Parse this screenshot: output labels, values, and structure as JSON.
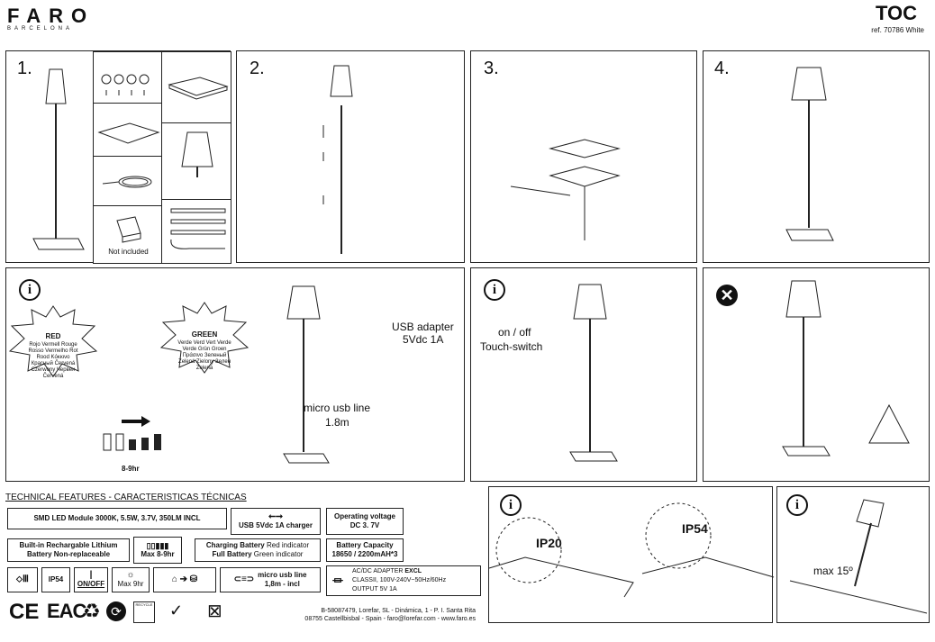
{
  "brand": {
    "name": "FARO",
    "sub": "BARCELONA"
  },
  "product": {
    "name": "TOC",
    "ref": "ref. 70786 White"
  },
  "steps": {
    "s1": "1.",
    "s2": "2.",
    "s3": "3.",
    "s4": "4."
  },
  "step1": {
    "not_included": "Not included"
  },
  "charging": {
    "red": {
      "title": "RED",
      "text": "Rojo Vermell Rouge Rosso Vermelho Rot Rood Κόκκινο Красный Červená Czerwony Червен Červená"
    },
    "green": {
      "title": "GREEN",
      "text": "Verde Verd Vert Verde Verde Grün Groen Πράσινο Зеленый Zelená Zielony Зелен Zelená"
    },
    "time": "8-9hr",
    "usb_adapter": "USB adapter",
    "usb_spec": "5Vdc 1A",
    "micro_usb": "micro usb line",
    "micro_len": "1.8m"
  },
  "touch": {
    "on_off": "on / off",
    "touch_switch": "Touch-switch"
  },
  "ip": {
    "ip20": "IP20",
    "ip54": "IP54",
    "max_tilt": "max 15º"
  },
  "tech": {
    "heading": "TECHNICAL FEATURES - CARACTERISTICAS TÉCNICAS",
    "led": "SMD LED Module 3000K, 5.5W, 3.7V, 350LM INCL",
    "usb_charger": "USB 5Vdc 1A charger",
    "voltage_l1": "Operating voltage",
    "voltage_l2": "DC 3. 7V",
    "battery_l1": "Built-in Rechargable Lithium",
    "battery_l2": "Battery Non-replaceable",
    "max_hr": "Max 8-9hr",
    "charging_l1": "Charging Battery",
    "charging_l1b": "Red indicator",
    "charging_l2": "Full Battery",
    "charging_l2b": "Green indicator",
    "capacity_l1": "Battery Capacity",
    "capacity_l2": "18650 / 2200mAH*3",
    "ip54": "IP54",
    "onoff": "ON/OFF",
    "max9": "Max 9hr",
    "micro_l1": "micro usb line",
    "micro_l2": "1,8m - incl",
    "adapter_l1": "AC/DC ADAPTER",
    "adapter_excl": "EXCL",
    "adapter_l2": "CLASSII, 100V-240V~50Hz/60Hz",
    "adapter_l3": "OUTPUT 5V 1A",
    "recycle": "RECYCLE",
    "ce": "CE",
    "eac": "EAC"
  },
  "footer": {
    "line1": "B-58087479, Lorefar, SL - Dinámica, 1 - P. I. Santa Rita",
    "line2": "08755 Castellbisbal - Spain - faro@lorefar.com - www.faro.es"
  }
}
